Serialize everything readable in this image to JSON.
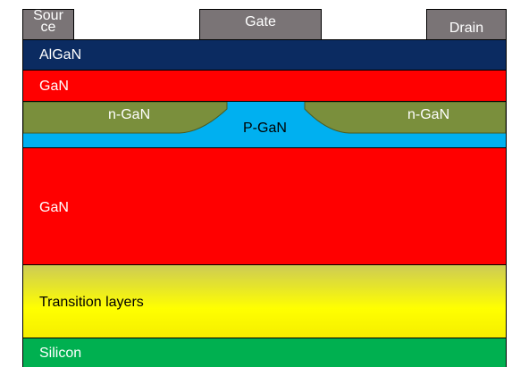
{
  "contacts": {
    "source": "Source",
    "gate": "Gate",
    "drain": "Drain"
  },
  "layers": {
    "algan": "AlGaN",
    "gan_top": "GaN",
    "ngan_left": "n-GaN",
    "pgan": "P-GaN",
    "ngan_right": "n-GaN",
    "gan_buffer": "GaN",
    "transition": "Transition layers",
    "silicon": "Silicon"
  },
  "colors": {
    "contact": "#7a7476",
    "algan": "#0b2b61",
    "gan": "#ff0000",
    "pgan": "#00b0f0",
    "ngan": "#7a8f3c",
    "transition": "#ffff00",
    "silicon": "#00b050"
  }
}
